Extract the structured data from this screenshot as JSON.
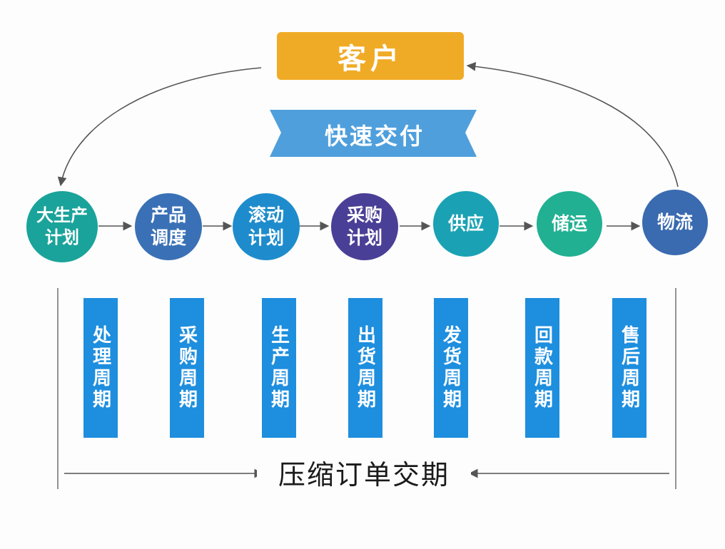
{
  "customer": "客户",
  "banner": "快速交付",
  "steps": [
    {
      "label": "大生产\n计划",
      "color": "#1aa39a"
    },
    {
      "label": "产品\n调度",
      "color": "#3a71b6"
    },
    {
      "label": "滚动\n计划",
      "color": "#1e8ccc"
    },
    {
      "label": "采购\n计划",
      "color": "#4a3f96"
    },
    {
      "label": "供应",
      "color": "#1aa2b4"
    },
    {
      "label": "储运",
      "color": "#21b092"
    },
    {
      "label": "物流",
      "color": "#3a6ab0"
    }
  ],
  "cycles": [
    "处理周期",
    "采购周期",
    "生产周期",
    "出货周期",
    "发货周期",
    "回款周期",
    "售后周期"
  ],
  "footer": "压缩订单交期",
  "colors": {
    "customer": "#f0ab26",
    "banner": "#4f9fdc",
    "cycle_box": "#1e8ede",
    "arrows": "#555555"
  }
}
